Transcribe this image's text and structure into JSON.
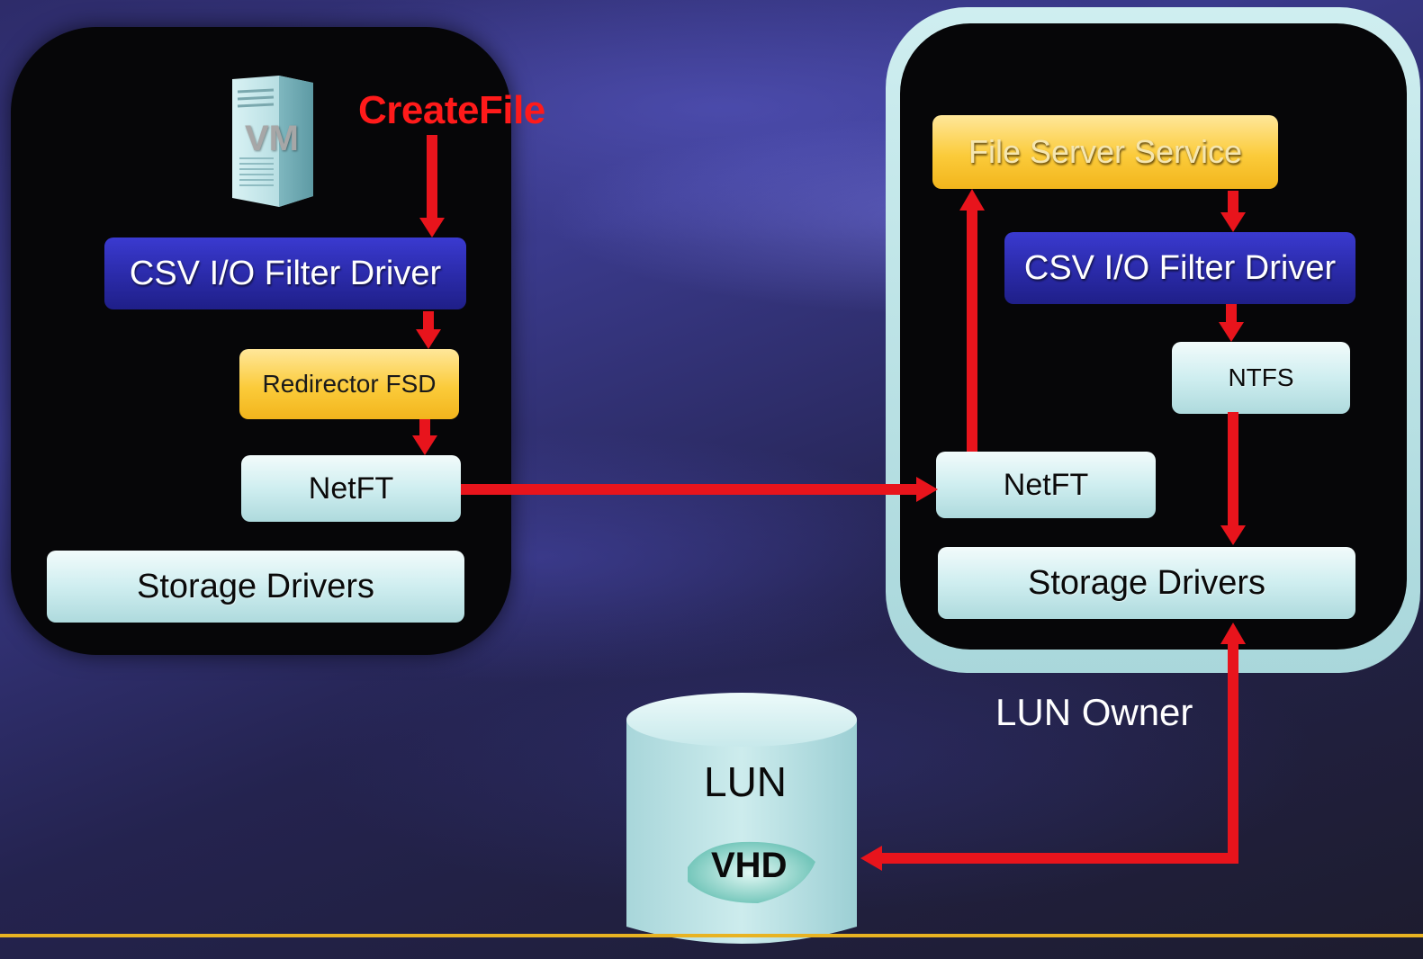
{
  "left_host": {
    "vm_label": "VM",
    "call_label": "CreateFile",
    "filter_driver": "CSV I/O Filter Driver",
    "redirector": "Redirector FSD",
    "netft": "NetFT",
    "storage": "Storage Drivers"
  },
  "right_host": {
    "file_server": "File Server Service",
    "filter_driver": "CSV I/O Filter Driver",
    "ntfs": "NTFS",
    "netft": "NetFT",
    "storage": "Storage Drivers",
    "caption": "LUN Owner"
  },
  "disk": {
    "lun": "LUN",
    "vhd": "VHD"
  },
  "colors": {
    "arrow": "#e8141c",
    "accent_rule": "#e8b322",
    "filter_driver": "#2a2aa8",
    "highlight": "#fbcb3a"
  }
}
